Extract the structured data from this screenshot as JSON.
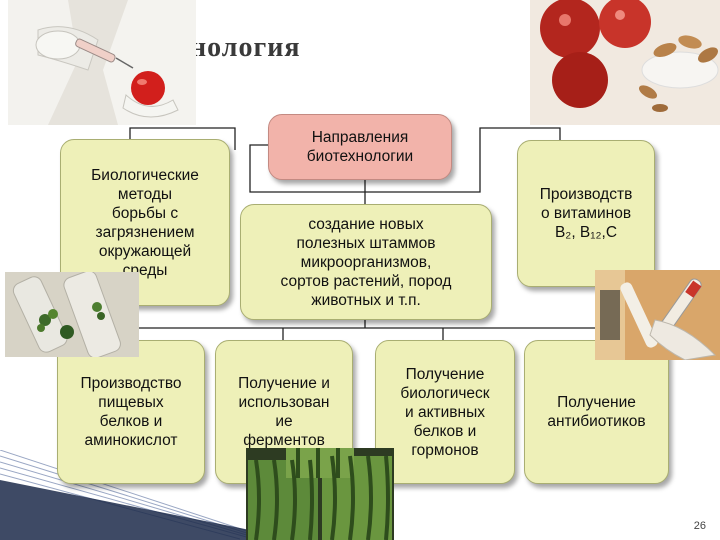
{
  "title": "нология",
  "nodes": {
    "root": "Направления\nбиотехнологии",
    "bio": "Биологические\nметоды\nборьбы с\nзагрязнением\nокружающей\nсреды",
    "strains": "создание новых\nполезных штаммов\nмикроорганизмов,\nсортов растений, пород\nживотных и т.п.",
    "vitamins": "Производств\nо витаминов\nB₂, B₁₂,C",
    "food": "Производство\nпищевых\nбелков и\nаминокислот",
    "enzymes": "Получение и\nиспользован\nие\nферментов",
    "proteins": "Получение\nбиологическ\nи активных\nбелков и\nгормонов",
    "antibiotics": "Получение\nантибиотиков"
  },
  "page_number": "26"
}
